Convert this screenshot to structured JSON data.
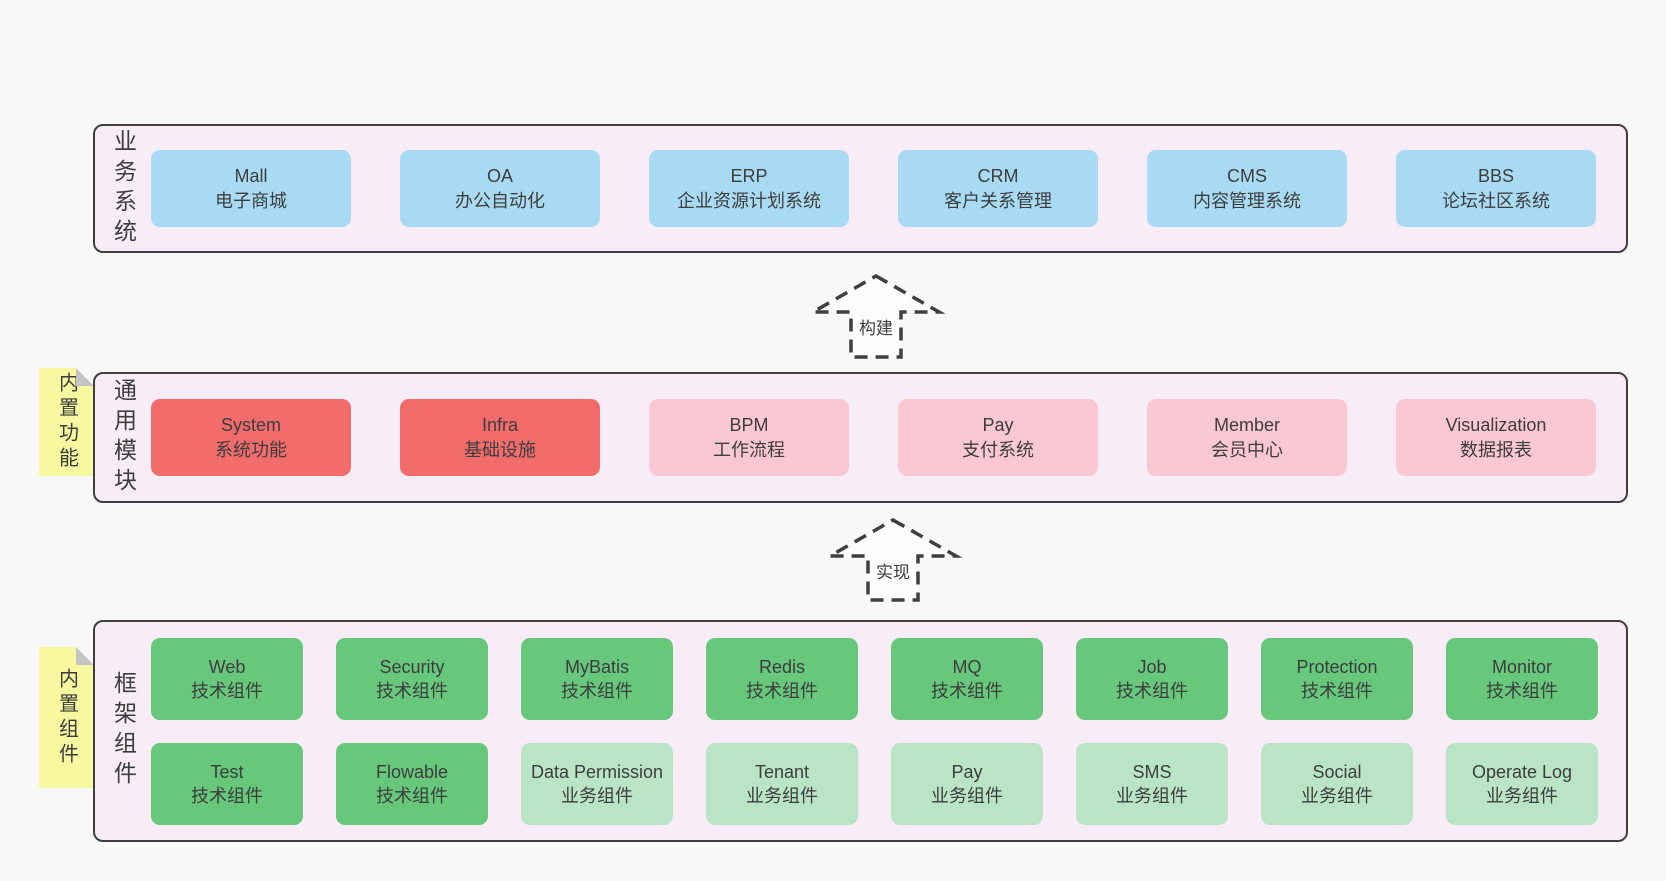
{
  "layers": [
    {
      "id": "business",
      "label": "业务系统",
      "boxes": [
        {
          "en": "Mall",
          "zh": "电子商城",
          "variant": "blue"
        },
        {
          "en": "OA",
          "zh": "办公自动化",
          "variant": "blue"
        },
        {
          "en": "ERP",
          "zh": "企业资源计划系统",
          "variant": "blue"
        },
        {
          "en": "CRM",
          "zh": "客户关系管理",
          "variant": "blue"
        },
        {
          "en": "CMS",
          "zh": "内容管理系统",
          "variant": "blue"
        },
        {
          "en": "BBS",
          "zh": "论坛社区系统",
          "variant": "blue"
        }
      ]
    },
    {
      "id": "modules",
      "label": "通用模块",
      "note": "内置功能",
      "boxes": [
        {
          "en": "System",
          "zh": "系统功能",
          "variant": "red"
        },
        {
          "en": "Infra",
          "zh": "基础设施",
          "variant": "red"
        },
        {
          "en": "BPM",
          "zh": "工作流程",
          "variant": "pink"
        },
        {
          "en": "Pay",
          "zh": "支付系统",
          "variant": "pink"
        },
        {
          "en": "Member",
          "zh": "会员中心",
          "variant": "pink"
        },
        {
          "en": "Visualization",
          "zh": "数据报表",
          "variant": "pink"
        }
      ]
    },
    {
      "id": "framework",
      "label": "框架组件",
      "note": "内置组件",
      "rows": [
        {
          "boxes": [
            {
              "en": "Web",
              "zh": "技术组件",
              "variant": "green"
            },
            {
              "en": "Security",
              "zh": "技术组件",
              "variant": "green"
            },
            {
              "en": "MyBatis",
              "zh": "技术组件",
              "variant": "green"
            },
            {
              "en": "Redis",
              "zh": "技术组件",
              "variant": "green"
            },
            {
              "en": "MQ",
              "zh": "技术组件",
              "variant": "green"
            },
            {
              "en": "Job",
              "zh": "技术组件",
              "variant": "green"
            },
            {
              "en": "Protection",
              "zh": "技术组件",
              "variant": "green"
            },
            {
              "en": "Monitor",
              "zh": "技术组件",
              "variant": "green"
            }
          ]
        },
        {
          "boxes": [
            {
              "en": "Test",
              "zh": "技术组件",
              "variant": "green"
            },
            {
              "en": "Flowable",
              "zh": "技术组件",
              "variant": "green"
            },
            {
              "en": "Data Permission",
              "zh": "业务组件",
              "variant": "green-light"
            },
            {
              "en": "Tenant",
              "zh": "业务组件",
              "variant": "green-light"
            },
            {
              "en": "Pay",
              "zh": "业务组件",
              "variant": "green-light"
            },
            {
              "en": "SMS",
              "zh": "业务组件",
              "variant": "green-light"
            },
            {
              "en": "Social",
              "zh": "业务组件",
              "variant": "green-light"
            },
            {
              "en": "Operate Log",
              "zh": "业务组件",
              "variant": "green-light"
            }
          ]
        }
      ]
    }
  ],
  "arrows": [
    {
      "label": "构建"
    },
    {
      "label": "实现"
    }
  ],
  "colors": {
    "page_bg": "#f8f8f8",
    "layer_bg": "#f8edf6",
    "layer_border": "#3f3f3f",
    "business_box": "#a8dbf3",
    "core_module_box": "#f26c6c",
    "module_box": "#fac8d2",
    "tech_component_box": "#67c87c",
    "biz_component_box": "#b9e5c6",
    "note_bg": "#f8f8a0",
    "note_fold": "#c4c4c4",
    "text": "#3d3d3d"
  }
}
